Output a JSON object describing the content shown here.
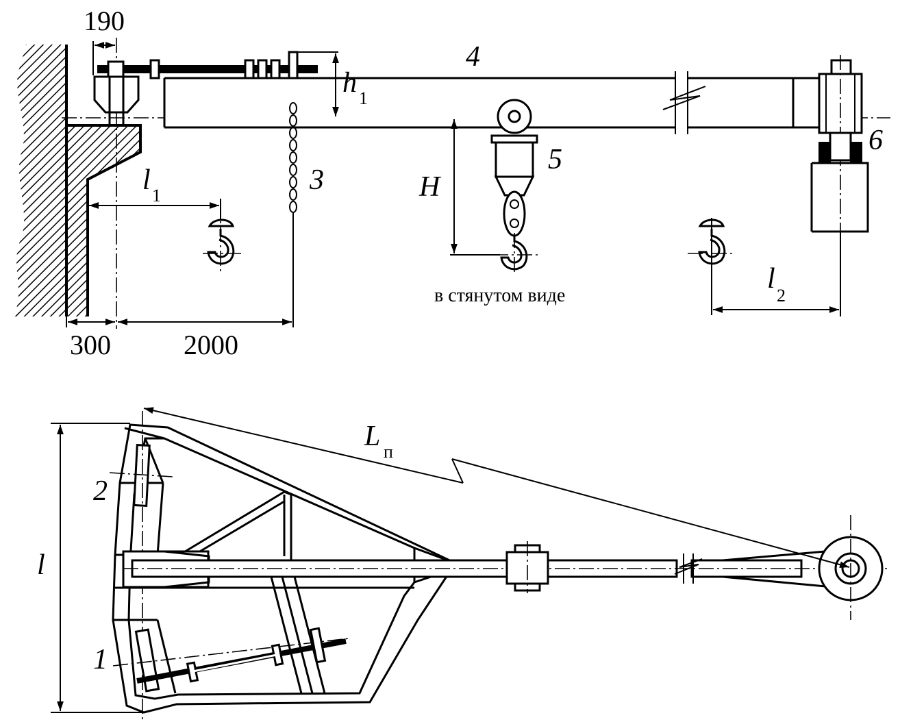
{
  "dimensions": {
    "d190": "190",
    "d300": "300",
    "d2000": "2000"
  },
  "labels": {
    "pos1": "1",
    "pos2": "2",
    "pos3": "3",
    "pos4": "4",
    "pos5": "5",
    "pos6": "6",
    "h": "h",
    "h_sub": "1",
    "H": "H",
    "l1": "l",
    "l1_sub": "1",
    "l2": "l",
    "l2_sub": "2",
    "L": "L",
    "L_sub": "п",
    "l": "l"
  },
  "captions": {
    "retracted": "в стянутом виде"
  }
}
